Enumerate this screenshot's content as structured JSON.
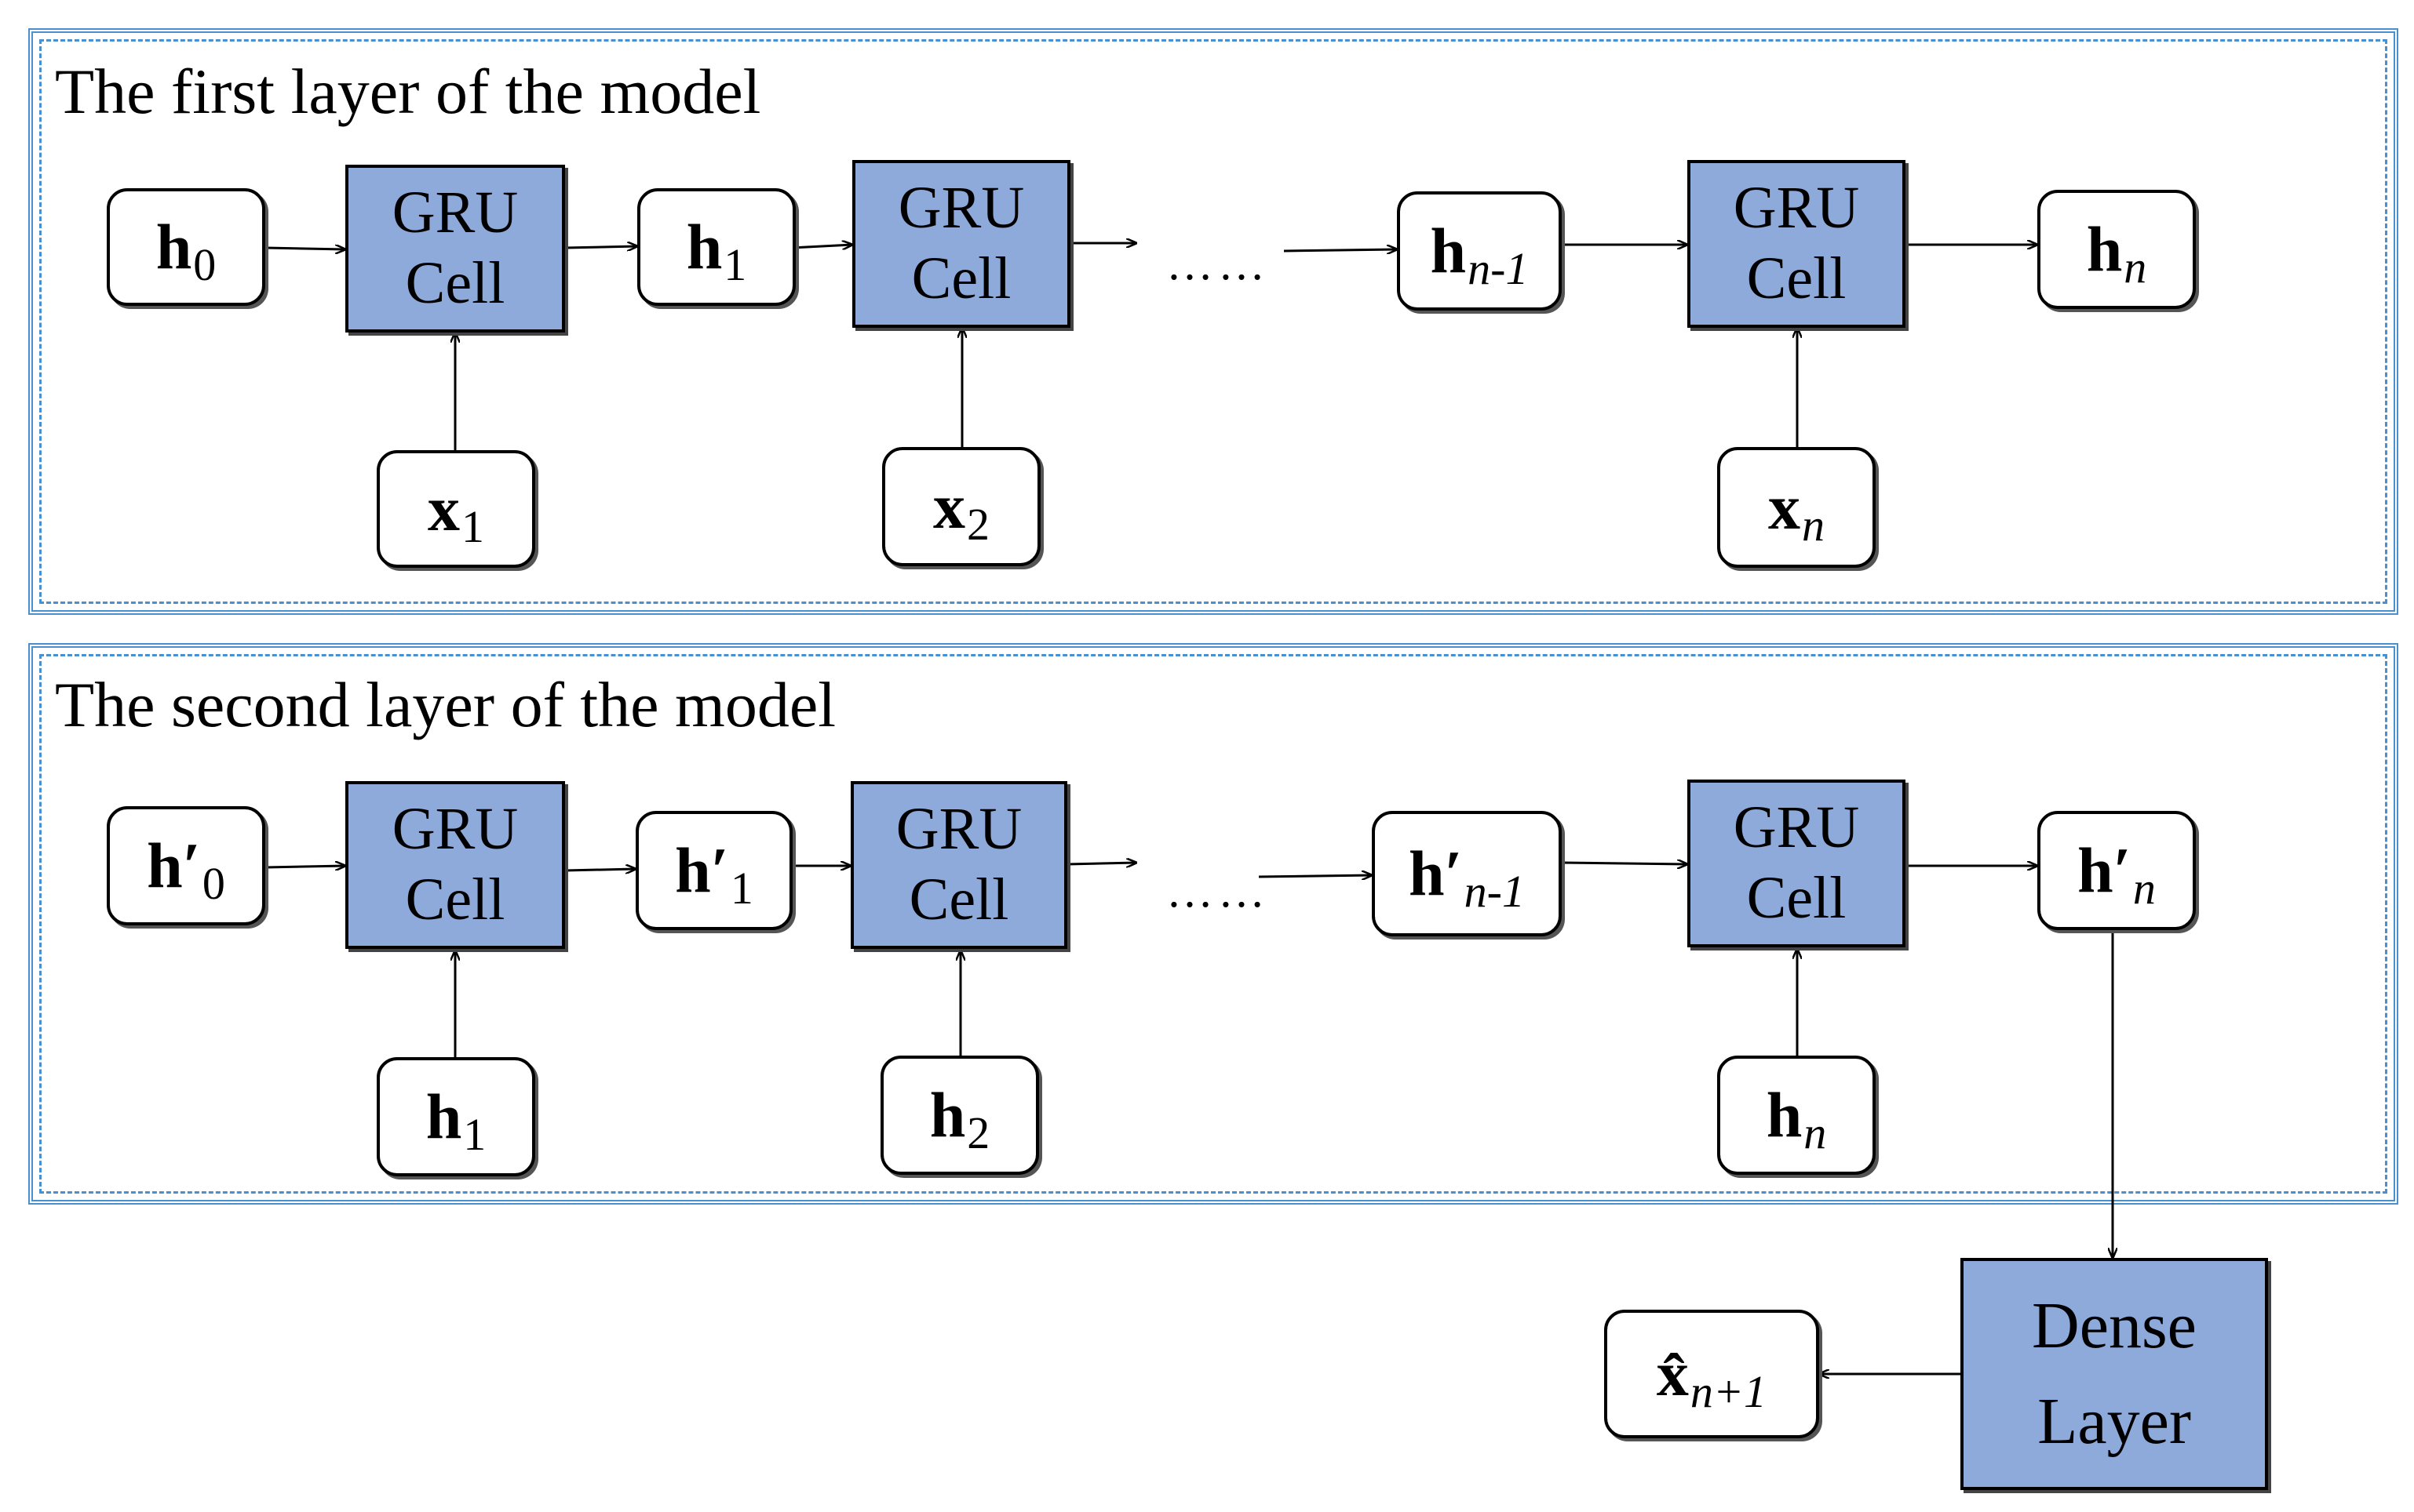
{
  "layers": [
    {
      "title": "The first layer of the model",
      "states": [
        {
          "base": "h",
          "prime": "",
          "sub": "0"
        },
        {
          "base": "h",
          "prime": "",
          "sub": "1"
        },
        {
          "base": "h",
          "prime": "",
          "sub": "n-1"
        },
        {
          "base": "h",
          "prime": "",
          "sub": "n"
        }
      ],
      "cells": [
        {
          "line1": "GRU",
          "line2": "Cell"
        },
        {
          "line1": "GRU",
          "line2": "Cell"
        },
        {
          "line1": "GRU",
          "line2": "Cell"
        }
      ],
      "inputs": [
        {
          "base": "x",
          "prime": "",
          "sub": "1"
        },
        {
          "base": "x",
          "prime": "",
          "sub": "2"
        },
        {
          "base": "x",
          "prime": "",
          "sub": "n"
        }
      ],
      "ellipsis": "……"
    },
    {
      "title": "The second layer of the model",
      "states": [
        {
          "base": "h",
          "prime": "′",
          "sub": "0"
        },
        {
          "base": "h",
          "prime": "′",
          "sub": "1"
        },
        {
          "base": "h",
          "prime": "′",
          "sub": "n-1"
        },
        {
          "base": "h",
          "prime": "′",
          "sub": "n"
        }
      ],
      "cells": [
        {
          "line1": "GRU",
          "line2": "Cell"
        },
        {
          "line1": "GRU",
          "line2": "Cell"
        },
        {
          "line1": "GRU",
          "line2": "Cell"
        }
      ],
      "inputs": [
        {
          "base": "h",
          "prime": "",
          "sub": "1"
        },
        {
          "base": "h",
          "prime": "",
          "sub": "2"
        },
        {
          "base": "h",
          "prime": "",
          "sub": "n"
        }
      ],
      "ellipsis": "……"
    }
  ],
  "dense": {
    "line1": "Dense",
    "line2": "Layer"
  },
  "output": {
    "base": "x̂",
    "sub": "n+1"
  },
  "colors": {
    "cell_fill": "#8eaadb",
    "frame": "#4a90d0"
  }
}
